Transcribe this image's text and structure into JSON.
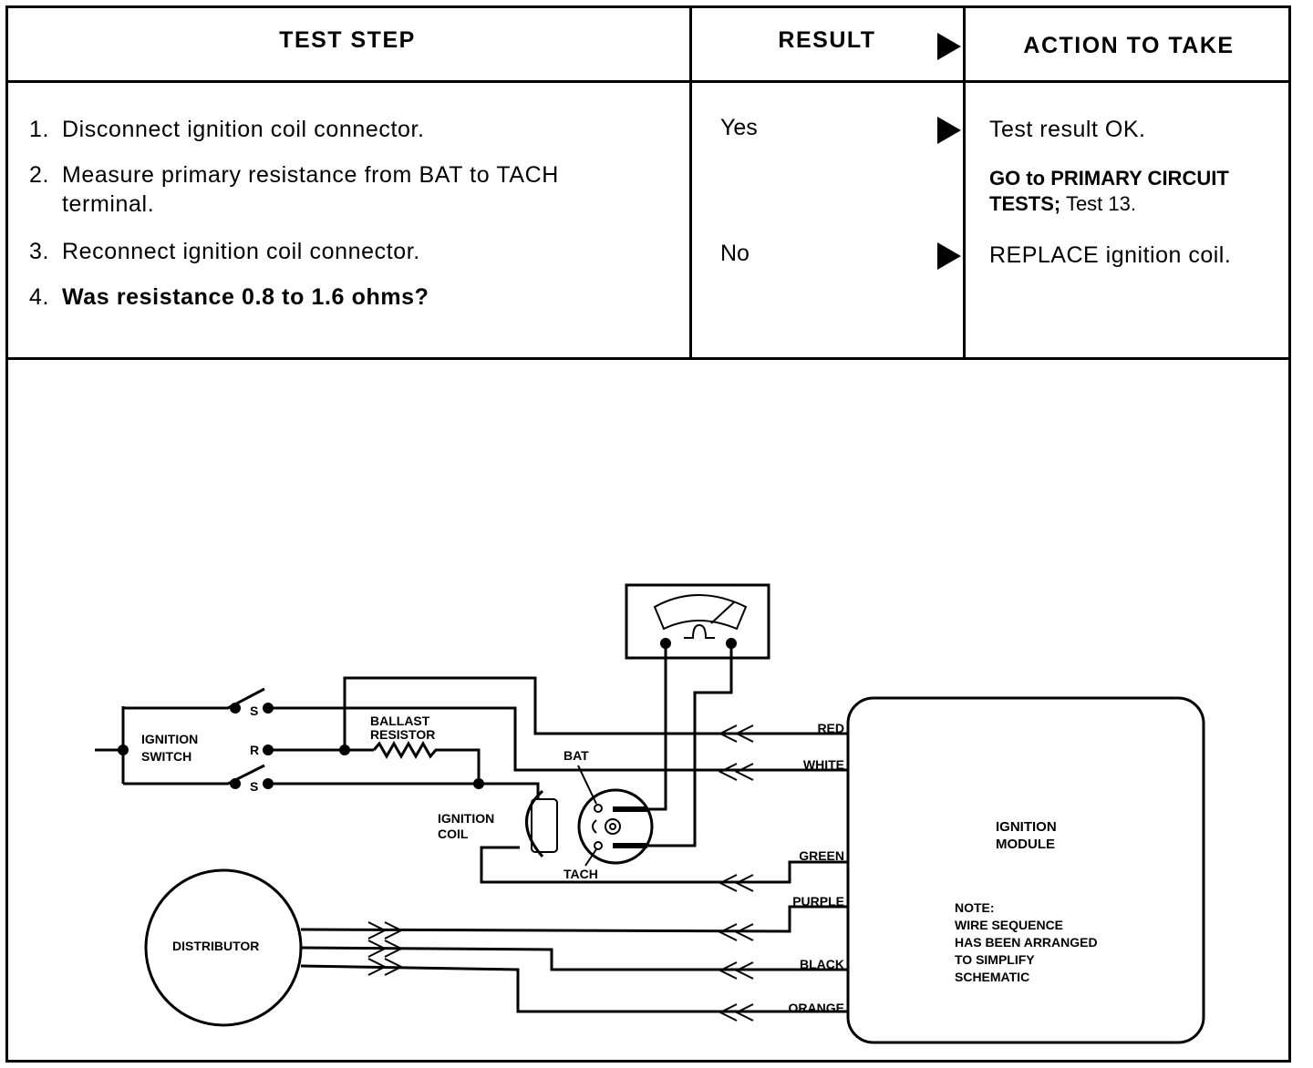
{
  "table": {
    "headers": {
      "test_step": "TEST STEP",
      "result": "RESULT",
      "action": "ACTION TO TAKE"
    },
    "steps": [
      {
        "num": "1.",
        "text": "Disconnect ignition coil connector."
      },
      {
        "num": "2.",
        "text": "Measure primary resistance from BAT to TACH terminal."
      },
      {
        "num": "3.",
        "text": "Reconnect ignition coil connector."
      },
      {
        "num": "4.",
        "text": "Was resistance 0.8 to 1.6 ohms?"
      }
    ],
    "results": {
      "yes": "Yes",
      "no": "No"
    },
    "actions": {
      "yes_line1": "Test result OK.",
      "yes_line2_bold": "GO to PRIMARY CIRCUIT",
      "yes_line3_bold": "TESTS;",
      "yes_line3_plain": " Test 13.",
      "no": "REPLACE ignition coil."
    }
  },
  "diagram": {
    "ignition_switch": [
      "IGNITION",
      "SWITCH"
    ],
    "switch_terminals": {
      "s_top": "S",
      "r": "R",
      "s_bottom": "S"
    },
    "ballast_resistor": [
      "BALLAST",
      "RESISTOR"
    ],
    "ignition_coil": [
      "IGNITION",
      "COIL"
    ],
    "bat": "BAT",
    "tach": "TACH",
    "distributor": "DISTRIBUTOR",
    "ignition_module": [
      "IGNITION",
      "MODULE"
    ],
    "note": [
      "NOTE:",
      "WIRE SEQUENCE",
      "HAS BEEN ARRANGED",
      "TO SIMPLIFY",
      "SCHEMATIC"
    ],
    "wires": [
      "RED",
      "WHITE",
      "GREEN",
      "PURPLE",
      "BLACK",
      "ORANGE"
    ]
  }
}
